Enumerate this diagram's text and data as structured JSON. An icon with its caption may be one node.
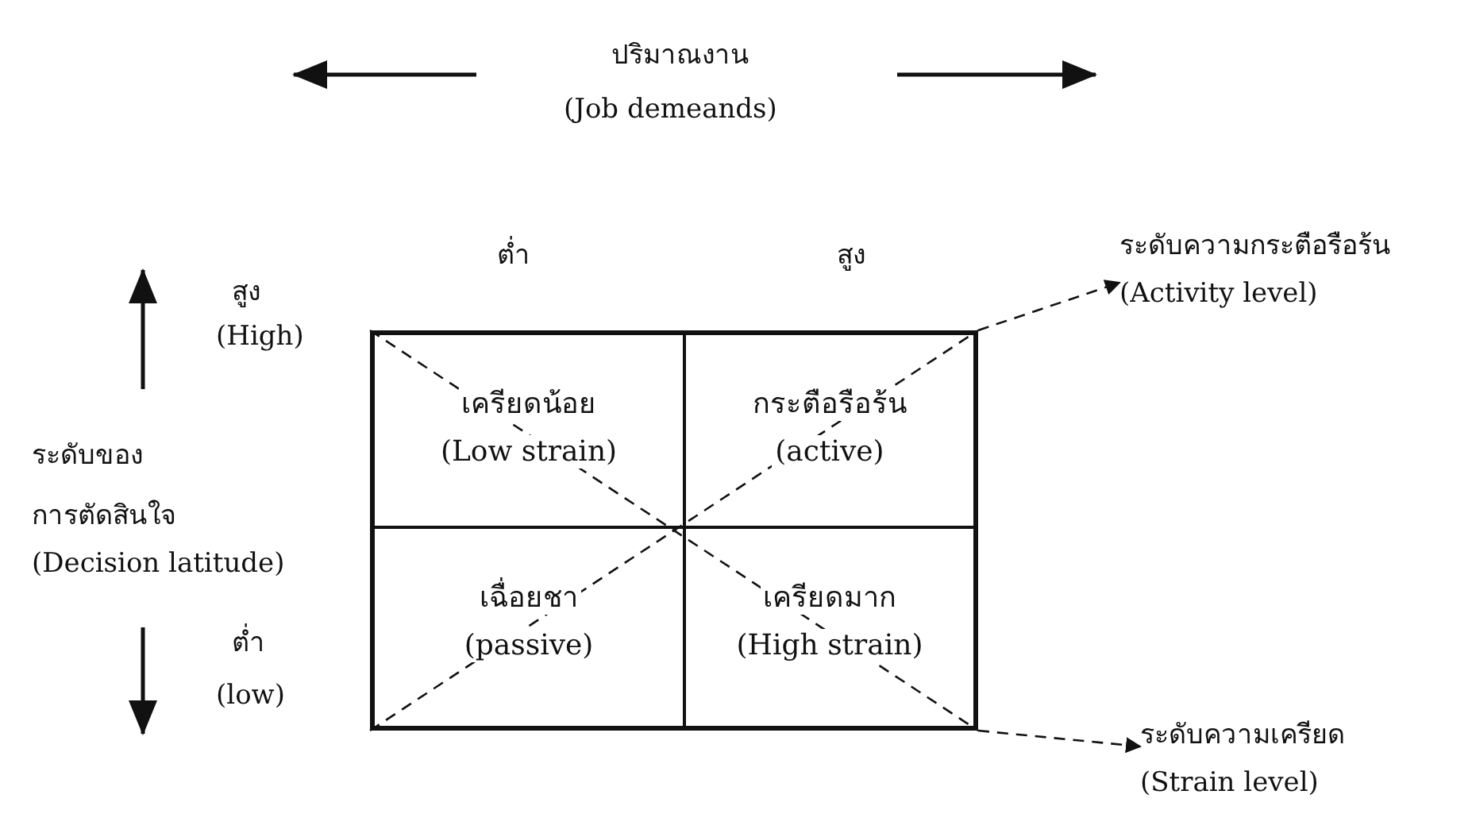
{
  "diagram": {
    "nodes": [
      {
        "text": [],
        "shape": "box"
      },
      {
        "text": [
          "เครียดน้อย",
          "(Low strain)"
        ],
        "in": 0
      },
      {
        "text": [
          "กระตือรือร้น",
          "(active)"
        ],
        "in": 0
      },
      {
        "text": [
          "เฉื่อยชา",
          "(passive)"
        ],
        "in": 0
      },
      {
        "text": [
          "เครียดมาก",
          "(High strain)"
        ],
        "in": 0
      },
      {
        "text": [
          "ระดับความกระตือรือร้น",
          "(Activity level)"
        ]
      },
      {
        "text": [
          "ระดับความเครียด",
          "(Strain level)"
        ]
      }
    ],
    "edges": [
      {
        "from": 0,
        "to": 5,
        "arrow": "to",
        "style": "dashed"
      },
      {
        "from": 0,
        "to": 6,
        "arrow": "to",
        "style": "dashed"
      }
    ],
    "labels": [
      "ปริมาณงาน",
      "(Job demeands)",
      "ต่ำ",
      "สูง",
      "สูง",
      "(High)",
      "ระดับของการตัดสินใจ",
      "(Decision latitude)",
      "ต่ำ",
      "(low)"
    ]
  }
}
